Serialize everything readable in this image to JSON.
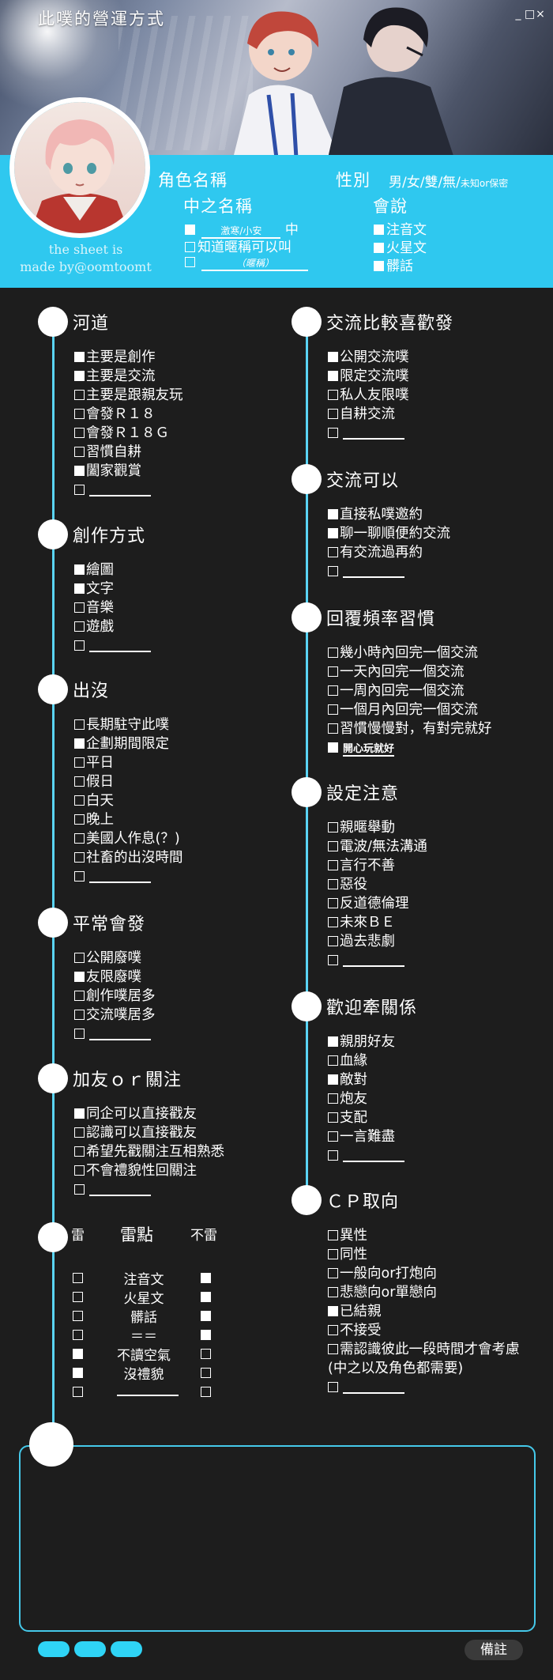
{
  "header": {
    "title": "此噗的營運方式",
    "window_controls": [
      "_",
      "□",
      "×"
    ],
    "credit": [
      "the sheet is",
      "made by@oomtoomt"
    ]
  },
  "profile": {
    "char_name_label": "角色名稱",
    "gender_label": "性別",
    "gender_options": "男/女/雙/無/",
    "gender_extra": "未知or保密",
    "nakanohito_label": "中之名稱",
    "nakanohito_name": "激寒/小安",
    "nakanohito_suffix": "中",
    "nakanohito_nick": "知道暱稱可以叫",
    "nakanohito_nick_hint": "（暱稱）",
    "speak_label": "會說",
    "speak_items": [
      "注音文",
      "火星文",
      "髒話"
    ]
  },
  "left_sections": [
    {
      "title": "河道",
      "items": [
        "主要是創作",
        "主要是交流",
        "主要是跟親友玩",
        "會發Ｒ１８",
        "會發Ｒ１８Ｇ",
        "習慣自耕",
        "闔家觀賞",
        ""
      ],
      "checked": [
        true,
        true,
        false,
        false,
        false,
        false,
        true,
        false
      ]
    },
    {
      "title": "創作方式",
      "items": [
        "繪圖",
        "文字",
        "音樂",
        "遊戲",
        ""
      ],
      "checked": [
        true,
        true,
        false,
        false,
        false
      ]
    },
    {
      "title": "出沒",
      "items": [
        "長期駐守此噗",
        "企劃期間限定",
        "平日",
        "假日",
        "白天",
        "晚上",
        "美國人作息(？)",
        "社畜的出沒時間",
        ""
      ],
      "checked": [
        false,
        true,
        false,
        false,
        false,
        false,
        false,
        false,
        false
      ]
    },
    {
      "title": "平常會發",
      "items": [
        "公開廢噗",
        "友限廢噗",
        "創作噗居多",
        "交流噗居多",
        ""
      ],
      "checked": [
        false,
        true,
        false,
        false,
        false
      ]
    },
    {
      "title": "加友ｏｒ關注",
      "items": [
        "同企可以直接戳友",
        "認識可以直接戳友",
        "希望先戳關注互相熟悉",
        "不會禮貌性回關注",
        ""
      ],
      "checked": [
        true,
        false,
        false,
        false,
        false
      ]
    }
  ],
  "mines": {
    "label_mine": "雷",
    "label_title": "雷點",
    "label_notmine": "不雷",
    "rows": [
      "注音文",
      "火星文",
      "髒話",
      "＝＝",
      "不讀空氣",
      "沒禮貌",
      ""
    ],
    "mine_checked": [
      false,
      false,
      false,
      false,
      true,
      true,
      false
    ],
    "notmine_checked": [
      true,
      true,
      true,
      true,
      false,
      false,
      false
    ]
  },
  "right_sections": [
    {
      "title": "交流比較喜歡發",
      "items": [
        "公開交流噗",
        "限定交流噗",
        "私人友限噗",
        "自耕交流",
        ""
      ],
      "checked": [
        true,
        true,
        false,
        false,
        false
      ]
    },
    {
      "title": "交流可以",
      "items": [
        "直接私噗邀約",
        "聊一聊順便約交流",
        "有交流過再約",
        ""
      ],
      "checked": [
        true,
        true,
        false,
        false
      ]
    },
    {
      "title": "回覆頻率習慣",
      "items": [
        "幾小時內回完一個交流",
        "一天內回完一個交流",
        "一周內回完一個交流",
        "一個月內回完一個交流",
        "習慣慢慢對，有對完就好",
        ""
      ],
      "checked": [
        false,
        false,
        false,
        false,
        false,
        true
      ],
      "extra": "開心玩就好"
    },
    {
      "title": "設定注意",
      "items": [
        "親暱舉動",
        "電波/無法溝通",
        "言行不善",
        "惡役",
        "反道德倫理",
        "未來ＢＥ",
        "過去悲劇",
        ""
      ],
      "checked": [
        false,
        false,
        false,
        false,
        false,
        false,
        false,
        false
      ]
    },
    {
      "title": "歡迎牽關係",
      "items": [
        "親朋好友",
        "血緣",
        "敵對",
        "炮友",
        "支配",
        "一言難盡",
        ""
      ],
      "checked": [
        true,
        false,
        true,
        false,
        false,
        false,
        false
      ]
    },
    {
      "title": "ＣＰ取向",
      "items": [
        "異性",
        "同性",
        "一般向or打炮向",
        "悲戀向or單戀向",
        "已結親",
        "不接受",
        "需認識彼此一段時間才會考慮",
        "(中之以及角色都需要)",
        ""
      ],
      "checked": [
        false,
        false,
        false,
        false,
        true,
        false,
        false,
        null,
        false
      ]
    }
  ],
  "footer": {
    "note_button": "備註"
  },
  "colors": {
    "accent": "#2fc8ef",
    "background": "#1d1d1d",
    "line": "#5ad4f4"
  }
}
